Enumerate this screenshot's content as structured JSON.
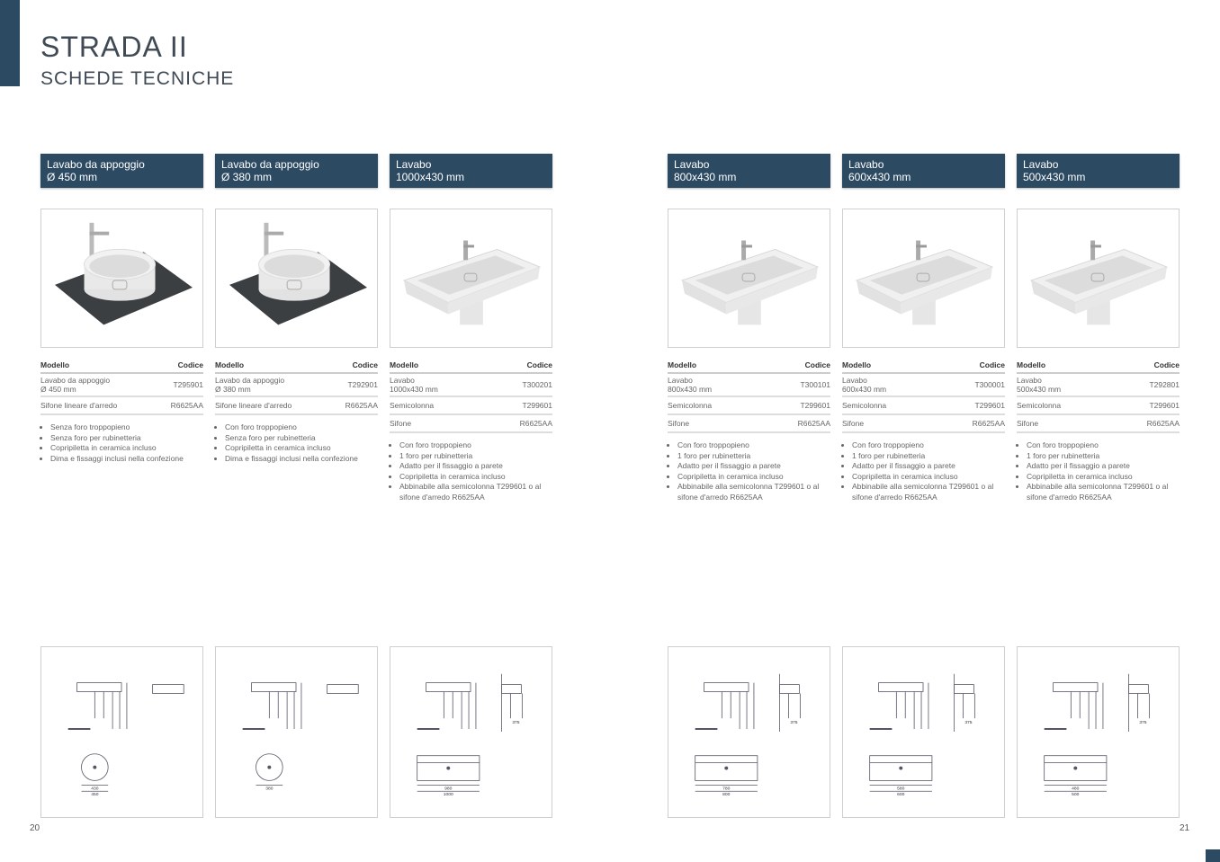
{
  "header": {
    "title": "STRADA II",
    "subtitle": "SCHEDE TECNICHE"
  },
  "page_numbers": {
    "left": "20",
    "right": "21"
  },
  "colors": {
    "brand": "#2d4a63"
  },
  "table_headers": {
    "model": "Modello",
    "code": "Codice"
  },
  "products": [
    {
      "title": [
        "Lavabo da appoggio",
        "Ø 450 mm"
      ],
      "image": "round-countertop-basin",
      "rows": [
        {
          "model": [
            "Lavabo da appoggio",
            "Ø 450 mm"
          ],
          "code": "T295901"
        },
        {
          "model": [
            "Sifone lineare d'arredo"
          ],
          "code": "R6625AA"
        }
      ],
      "features": [
        "Senza foro troppopieno",
        "Senza foro per rubinetteria",
        "Copripiletta in ceramica incluso",
        "Dima e fissaggi inclusi nella confezione"
      ],
      "drawing": {
        "type": "round",
        "widths": [
          "430",
          "450"
        ]
      }
    },
    {
      "title": [
        "Lavabo da appoggio",
        "Ø 380 mm"
      ],
      "image": "round-countertop-basin",
      "rows": [
        {
          "model": [
            "Lavabo da appoggio",
            "Ø 380 mm"
          ],
          "code": "T292901"
        },
        {
          "model": [
            "Sifone lineare d'arredo"
          ],
          "code": "R6625AA"
        }
      ],
      "features": [
        "Con foro troppopieno",
        "Senza foro per rubinetteria",
        "Copripiletta in ceramica incluso",
        "Dima e fissaggi inclusi nella confezione"
      ],
      "drawing": {
        "type": "round",
        "widths": [
          "380"
        ]
      }
    },
    {
      "title": [
        "Lavabo",
        "1000x430 mm"
      ],
      "image": "wall-basin",
      "rows": [
        {
          "model": [
            "Lavabo",
            "1000x430 mm"
          ],
          "code": "T300201"
        },
        {
          "model": [
            "Semicolonna"
          ],
          "code": "T299601"
        },
        {
          "model": [
            "Sifone"
          ],
          "code": "R6625AA"
        }
      ],
      "features": [
        "Con foro troppopieno",
        "1 foro per rubinetteria",
        "Adatto per il fissaggio a parete",
        "Copripiletta in ceramica incluso",
        "Abbinabile alla semicolonna T299601 o al sifone d'arredo R6625AA"
      ],
      "drawing": {
        "type": "rect",
        "widths": [
          "980",
          "1000"
        ],
        "depth": "375"
      }
    },
    {
      "title": [
        "Lavabo",
        "800x430 mm"
      ],
      "image": "wall-basin",
      "rows": [
        {
          "model": [
            "Lavabo",
            "800x430 mm"
          ],
          "code": "T300101"
        },
        {
          "model": [
            "Semicolonna"
          ],
          "code": "T299601"
        },
        {
          "model": [
            "Sifone"
          ],
          "code": "R6625AA"
        }
      ],
      "features": [
        "Con foro troppopieno",
        "1 foro per rubinetteria",
        "Adatto per il fissaggio a parete",
        "Copripiletta in ceramica incluso",
        "Abbinabile alla semicolonna T299601 o al sifone d'arredo R6625AA"
      ],
      "drawing": {
        "type": "rect",
        "widths": [
          "780",
          "800"
        ],
        "depth": "375"
      }
    },
    {
      "title": [
        "Lavabo",
        "600x430 mm"
      ],
      "image": "wall-basin",
      "rows": [
        {
          "model": [
            "Lavabo",
            "600x430 mm"
          ],
          "code": "T300001"
        },
        {
          "model": [
            "Semicolonna"
          ],
          "code": "T299601"
        },
        {
          "model": [
            "Sifone"
          ],
          "code": "R6625AA"
        }
      ],
      "features": [
        "Con foro troppopieno",
        "1 foro per rubinetteria",
        "Adatto per il fissaggio a parete",
        "Copripiletta in ceramica incluso",
        "Abbinabile alla semicolonna T299601 o al sifone d'arredo R6625AA"
      ],
      "drawing": {
        "type": "rect",
        "widths": [
          "580",
          "600"
        ],
        "depth": "375"
      }
    },
    {
      "title": [
        "Lavabo",
        "500x430 mm"
      ],
      "image": "wall-basin",
      "rows": [
        {
          "model": [
            "Lavabo",
            "500x430 mm"
          ],
          "code": "T292801"
        },
        {
          "model": [
            "Semicolonna"
          ],
          "code": "T299601"
        },
        {
          "model": [
            "Sifone"
          ],
          "code": "R6625AA"
        }
      ],
      "features": [
        "Con foro troppopieno",
        "1 foro per rubinetteria",
        "Adatto per il fissaggio a parete",
        "Copripiletta in ceramica incluso",
        "Abbinabile alla semicolonna T299601 o al sifone d'arredo R6625AA"
      ],
      "drawing": {
        "type": "rect",
        "widths": [
          "480",
          "500"
        ],
        "depth": "375"
      }
    }
  ]
}
